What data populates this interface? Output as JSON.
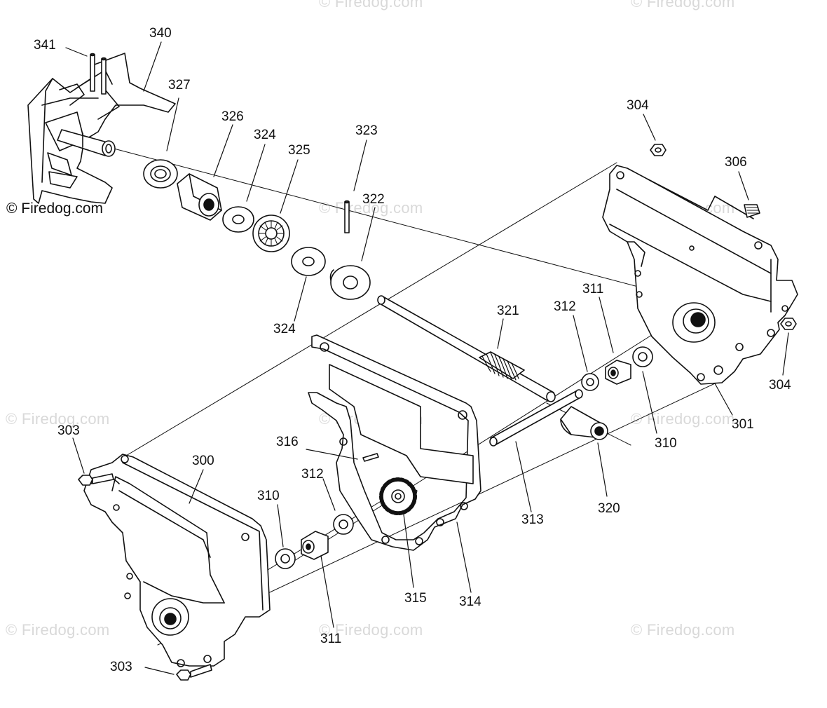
{
  "diagram": {
    "copyright": "© Firedog.com",
    "watermark": "© Firedog.com",
    "colors": {
      "ink": "#111111",
      "fill": "#ffffff",
      "watermark": "#d9d9d9"
    },
    "callouts": {
      "p341": "341",
      "p340": "340",
      "p327": "327",
      "p326": "326",
      "p324a": "324",
      "p325": "325",
      "p323": "323",
      "p322": "322",
      "p324b": "324",
      "p304a": "304",
      "p306": "306",
      "p304b": "304",
      "p301": "301",
      "p321": "321",
      "p312a": "312",
      "p311a": "311",
      "p310a": "310",
      "p303a": "303",
      "p300": "300",
      "p316": "316",
      "p312b": "312",
      "p310b": "310",
      "p315": "315",
      "p314": "314",
      "p313": "313",
      "p320": "320",
      "p311b": "311",
      "p303b": "303"
    }
  }
}
